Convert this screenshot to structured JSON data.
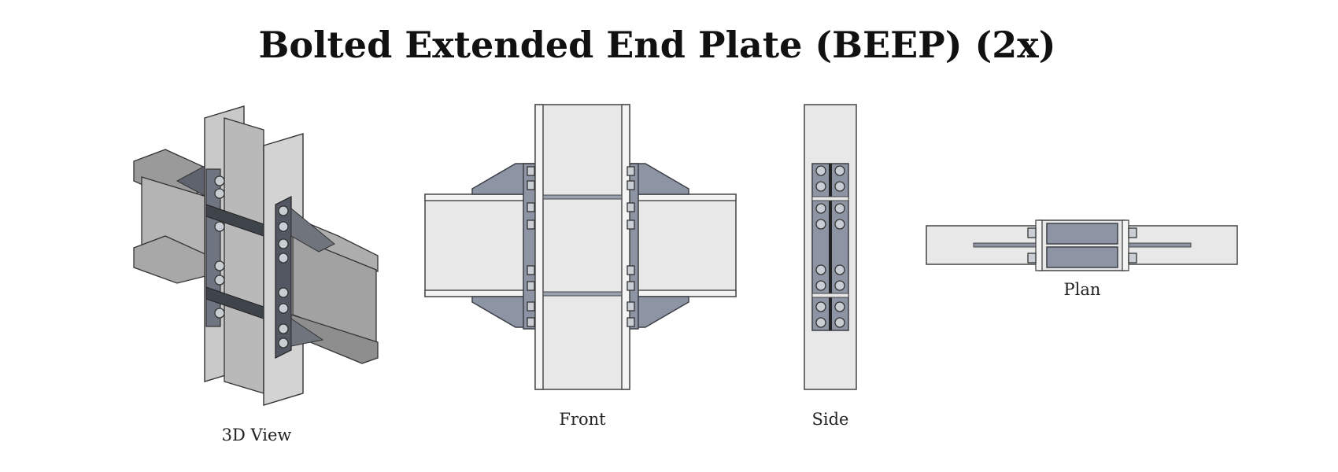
{
  "title": "Bolted Extended End Plate (BEEP) (2x)",
  "views": {
    "view_3d": "3D View",
    "front": "Front",
    "side": "Side",
    "plan": "Plan"
  },
  "colors": {
    "steel": "#e8e8e8",
    "plate": "#8d95a5",
    "outline": "#444444"
  }
}
